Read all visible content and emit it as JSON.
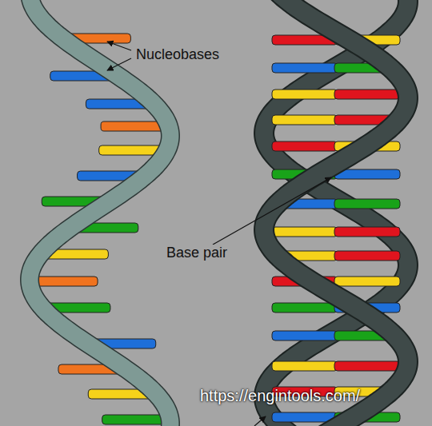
{
  "diagram": {
    "labels": [
      "Nucleobases",
      "Base pair",
      "https://engintools.com/"
    ]
  }
}
